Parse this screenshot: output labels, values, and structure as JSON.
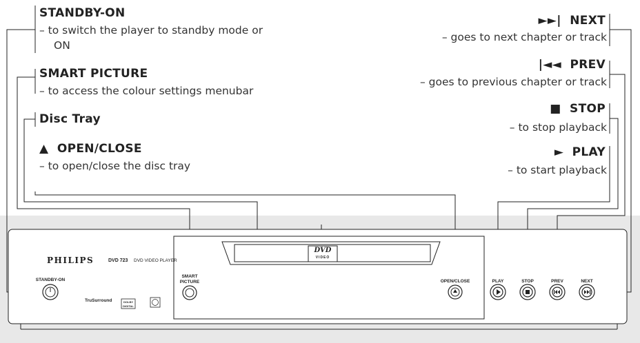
{
  "left_callouts": [
    {
      "title": "STANDBY-ON",
      "desc_line1": "– to switch the player to standby mode or",
      "desc_line2": "ON"
    },
    {
      "title": "SMART PICTURE",
      "desc_line1": "– to access the colour settings menubar"
    },
    {
      "title": "Disc Tray"
    },
    {
      "title": "OPEN/CLOSE",
      "icon": "eject-icon",
      "desc_line1": "– to open/close the disc tray"
    }
  ],
  "right_callouts": [
    {
      "title": "NEXT",
      "icon": "next-icon",
      "desc": "– goes to next chapter or track"
    },
    {
      "title": "PREV",
      "icon": "prev-icon",
      "desc": "– goes to previous chapter or track"
    },
    {
      "title": "STOP",
      "icon": "stop-icon",
      "desc": "– to stop playback"
    },
    {
      "title": "PLAY",
      "icon": "play-icon",
      "desc": "– to start playback"
    }
  ],
  "panel": {
    "brand": "PHILIPS",
    "model": "DVD 723",
    "model_desc": "DVD VIDEO PLAYER",
    "standby_label": "STANDBY-ON",
    "smart_label_1": "SMART",
    "smart_label_2": "PICTURE",
    "open_close_label": "OPEN/CLOSE",
    "dvd_logo": "DVD",
    "dvd_logo_sub": "VIDEO",
    "trusurround": "TruSurround",
    "dolby": "DOLBY",
    "dolby_sub": "DIGITAL",
    "buttons": [
      "PLAY",
      "STOP",
      "PREV",
      "NEXT"
    ]
  },
  "colors": {
    "panel_bg": "#e8e8e8",
    "line": "#222222",
    "text": "#222222"
  }
}
